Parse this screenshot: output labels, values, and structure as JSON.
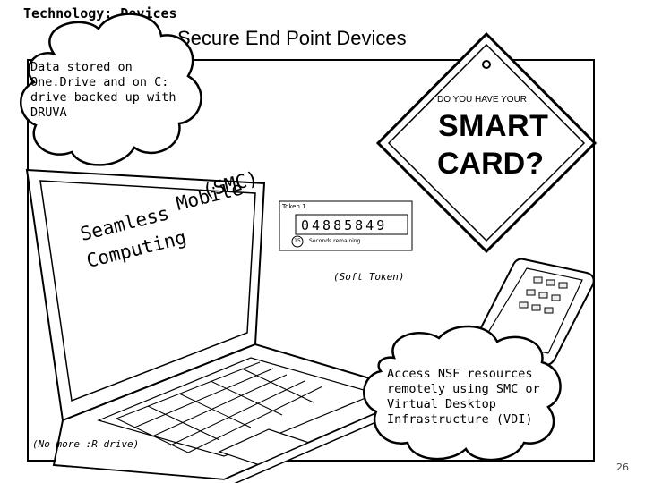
{
  "slide": {
    "title": "Technology: Devices",
    "heading": "Secure End Point Devices",
    "page_number": "26"
  },
  "cloud_top": {
    "lines": [
      "Data stored on",
      "One.Drive and on C:",
      "drive backed up with",
      "DRUVA"
    ]
  },
  "cloud_bottom": {
    "lines": [
      "Access NSF resources",
      "remotely using SMC or",
      "Virtual Desktop",
      "Infrastructure (VDI)"
    ]
  },
  "note_left": "(No more :R drive)",
  "sign": {
    "top_text": "DO YOU HAVE YOUR",
    "line1": "SMART",
    "line2": "CARD?"
  },
  "token": {
    "label": "Token 1",
    "code": "04885849",
    "seconds": "15",
    "remaining": "Seconds remaining",
    "caption": "(Soft Token)"
  },
  "laptop_screen": {
    "line1": "Mobile",
    "line2": "Seamless",
    "line3": "(SMC)",
    "line4": "Computing"
  },
  "icons": [
    "cloud-shape",
    "laptop-drawing",
    "warning-sign",
    "smartphone-drawing"
  ]
}
